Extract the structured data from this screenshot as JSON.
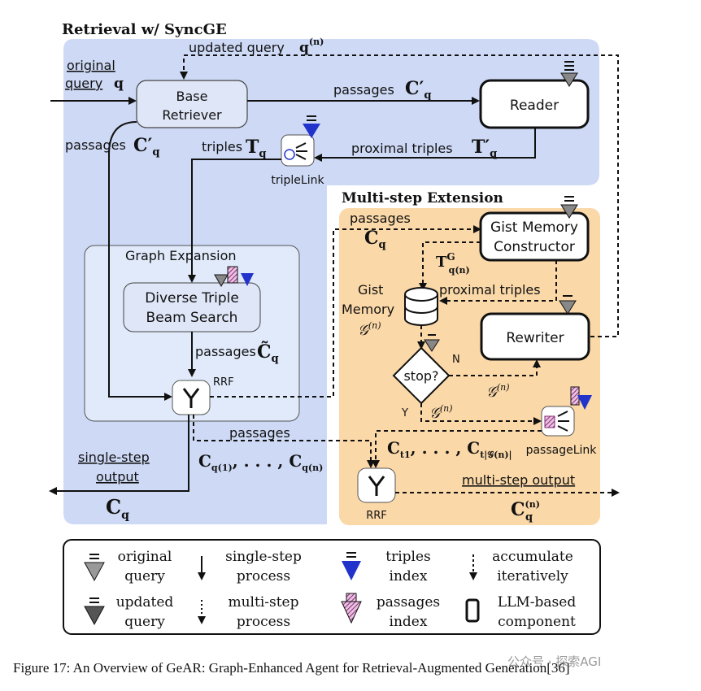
{
  "colors": {
    "retrieval_panel": "#cdd9f5",
    "graph_panel": "#e0eafa",
    "multistep_panel": "#fad8a8",
    "triples_arrow": "#2233cc",
    "passages_arrow": "#a04a8a"
  },
  "panels": {
    "retrieval_title": "Retrieval w/ SyncGE",
    "graph_title": "Graph Expansion",
    "multistep_title": "Multi-step Extension"
  },
  "nodes": {
    "base_retriever": "Base Retriever",
    "reader": "Reader",
    "triple_link": "tripleLink",
    "diverse_search_1": "Diverse Triple",
    "diverse_search_2": "Beam Search",
    "rrf_top": "RRF",
    "gist_constructor_1": "Gist Memory",
    "gist_constructor_2": "Constructor",
    "rewriter": "Rewriter",
    "stop": "stop?",
    "stop_no": "N",
    "stop_yes": "Y",
    "passage_link": "passageLink",
    "rrf_bottom": "RRF",
    "gist_memory_1": "Gist",
    "gist_memory_2": "Memory"
  },
  "labels": {
    "original_query_1": "original",
    "original_query_2": "query",
    "updated_query": "updated query",
    "passages": "passages",
    "triples": "triples",
    "proximal_triples": "proximal triples",
    "single_step_output_1": "single-step",
    "single_step_output_2": "output",
    "multi_step_output": "multi-step output"
  },
  "legend": [
    {
      "icon": "gray-query-arrow-icon",
      "line1": "original",
      "line2": "query"
    },
    {
      "icon": "single-step-arrow-icon",
      "line1": "single-step",
      "line2": "process"
    },
    {
      "icon": "triples-index-arrow-icon",
      "line1": "triples",
      "line2": "index"
    },
    {
      "icon": "accumulate-arrow-icon",
      "line1": "accumulate",
      "line2": "iteratively"
    },
    {
      "icon": "dark-query-arrow-icon",
      "line1": "updated",
      "line2": "query"
    },
    {
      "icon": "multi-step-arrow-icon",
      "line1": "multi-step",
      "line2": "process"
    },
    {
      "icon": "passages-index-arrow-icon",
      "line1": "passages",
      "line2": "index"
    },
    {
      "icon": "llm-component-icon",
      "line1": "LLM-based",
      "line2": "component"
    }
  ],
  "caption": "Figure 17: An Overview of GeAR: Graph-Enhanced Agent for Retrieval-Augmented Generation[36]",
  "watermark": "公众号 · 探索AGI"
}
